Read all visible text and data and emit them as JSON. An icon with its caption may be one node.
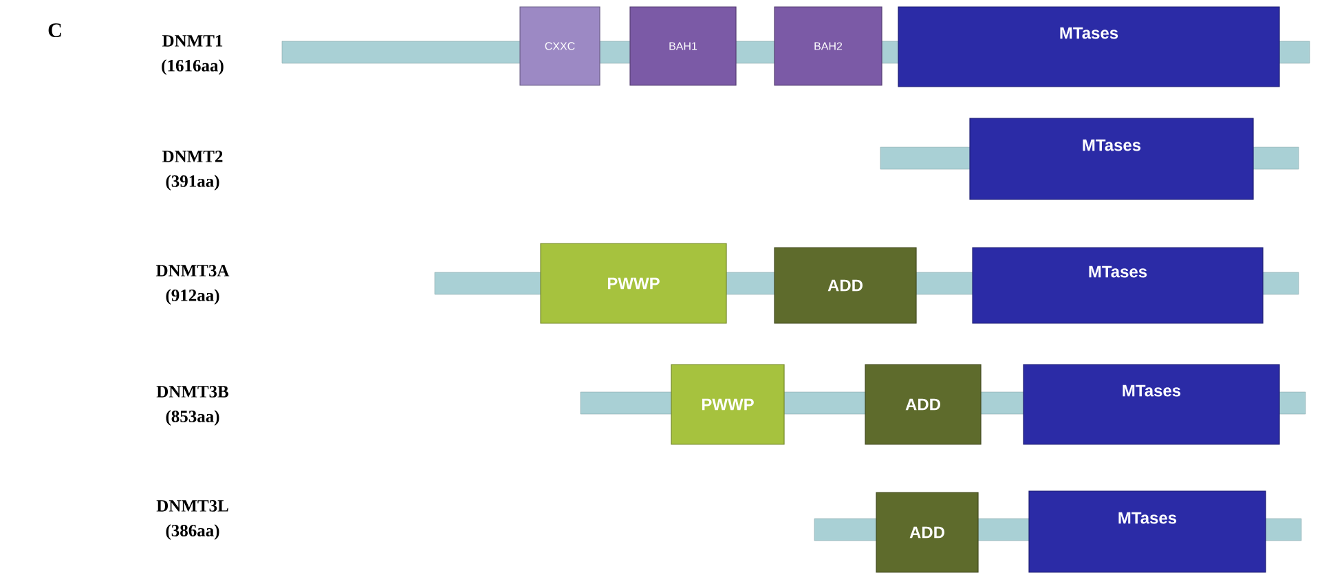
{
  "diagram": {
    "nodes": [
      {
        "text": [],
        "shape": "bar"
      },
      {
        "text": [
          "CXXC"
        ]
      },
      {
        "text": [
          "BAH1"
        ]
      },
      {
        "text": [
          "BAH2"
        ]
      },
      {
        "text": [
          "MTases"
        ]
      },
      {
        "text": [],
        "shape": "bar"
      },
      {
        "text": [
          "MTases"
        ]
      },
      {
        "text": [],
        "shape": "bar"
      },
      {
        "text": [
          "PWWP"
        ]
      },
      {
        "text": [
          "ADD"
        ]
      },
      {
        "text": [
          "MTases"
        ]
      },
      {
        "text": [],
        "shape": "bar"
      },
      {
        "text": [
          "PWWP"
        ]
      },
      {
        "text": [
          "ADD"
        ]
      },
      {
        "text": [
          "MTases"
        ]
      },
      {
        "text": [],
        "shape": "bar"
      },
      {
        "text": [
          "ADD"
        ]
      },
      {
        "text": [
          "MTases"
        ]
      }
    ],
    "labels": [
      "C",
      "DNMT1 (1616aa)",
      "DNMT2 (391aa)",
      "DNMT3A (912aa)",
      "DNMT3B (853aa)",
      "DNMT3L (386aa)"
    ]
  }
}
